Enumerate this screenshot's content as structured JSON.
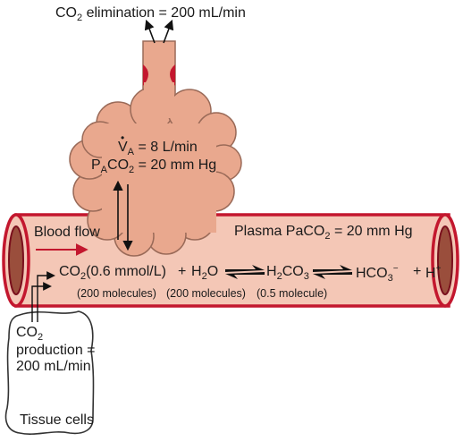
{
  "colors": {
    "vessel_fill": "#f4c7b6",
    "vessel_stroke": "#c3172e",
    "vessel_lumen": "#9a4e3c",
    "vessel_lumen_stroke": "#7a0f1c",
    "alveolus_fill": "#e9a88e",
    "alveolus_stroke": "#9a6a58",
    "trachea_ring": "#c3172e",
    "tissue_fill": "#ffffff",
    "tissue_stroke": "#333333",
    "arrow": "#111111",
    "flow_arrow": "#c3172e"
  },
  "labels": {
    "co2_elimination": {
      "pre": "CO",
      "sub": "2",
      "post": " elimination = 200 mL/min"
    },
    "va": {
      "symbol": "V",
      "sub": "A",
      "post": " = 8 L/min"
    },
    "paco2_alv": {
      "p": "P",
      "sub1": "A",
      "mid": "CO",
      "sub2": "2",
      "post": " = 20 mm Hg"
    },
    "blood_flow": "Blood flow",
    "plasma": {
      "pre": "Plasma PaCO",
      "sub": "2",
      "post": " = 20 mm Hg"
    },
    "eq_co2": {
      "pre": "CO",
      "sub": "2",
      "post": "(0.6 mmol/L)"
    },
    "plus1": "+",
    "h2o": {
      "pre": "H",
      "sub": "2",
      "post": "O"
    },
    "h2co3": {
      "pre": "H",
      "sub": "2",
      "mid": "CO",
      "sub2": "3"
    },
    "hco3": {
      "pre": "HCO",
      "sub": "3",
      "sup": "−"
    },
    "plus2": "+",
    "h_ion": {
      "pre": "H",
      "sup": "+"
    },
    "molecules_co2": "(200 molecules)",
    "molecules_h2o": "(200 molecules)",
    "molecules_h2co3": "(0.5 molecule)",
    "co2_prod_line1": {
      "pre": "CO",
      "sub": "2"
    },
    "co2_prod_line2": "production =",
    "co2_prod_line3": "200 mL/min",
    "tissue_cells": "Tissue cells"
  },
  "icons": [
    "alveolus-cluster",
    "trachea-tube",
    "blood-vessel",
    "tissue-cell",
    "diffusion-arrows",
    "equilibrium-arrows"
  ]
}
